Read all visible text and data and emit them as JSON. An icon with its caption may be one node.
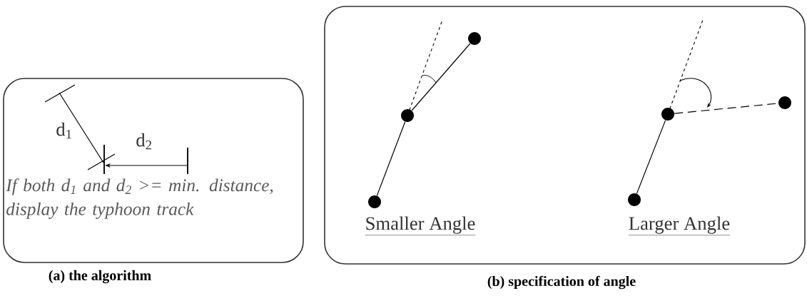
{
  "diagram": {
    "nodes": [
      {
        "text": [
          "If both d$_{1}$ and d$_{2}$ >= min. distance, display the typhoon track"
        ],
        "beside": [
          "(a) the algorithm"
        ]
      },
      {
        "text": [],
        "shape": "box",
        "beside": [
          "(b) specification of angle"
        ]
      },
      {
        "text": [],
        "shape": "circle",
        "in": 1
      },
      {
        "text": [],
        "shape": "circle",
        "in": 1
      },
      {
        "text": [],
        "shape": "circle",
        "in": 1
      },
      {
        "text": [],
        "shape": "circle",
        "in": 1
      },
      {
        "text": [],
        "shape": "circle",
        "in": 1
      },
      {
        "text": [],
        "shape": "circle",
        "in": 1
      }
    ],
    "edges": [
      {
        "from": 2,
        "to": 3,
        "arrow": "none"
      },
      {
        "from": 3,
        "to": 4,
        "arrow": "none"
      },
      {
        "from": 5,
        "to": 6,
        "arrow": "none"
      },
      {
        "from": 6,
        "to": 7,
        "arrow": "none",
        "style": "dashed"
      }
    ],
    "labels": [
      "d$_{1}$",
      "d$_{2}$",
      "Smaller Angle",
      "Larger Angle"
    ]
  }
}
